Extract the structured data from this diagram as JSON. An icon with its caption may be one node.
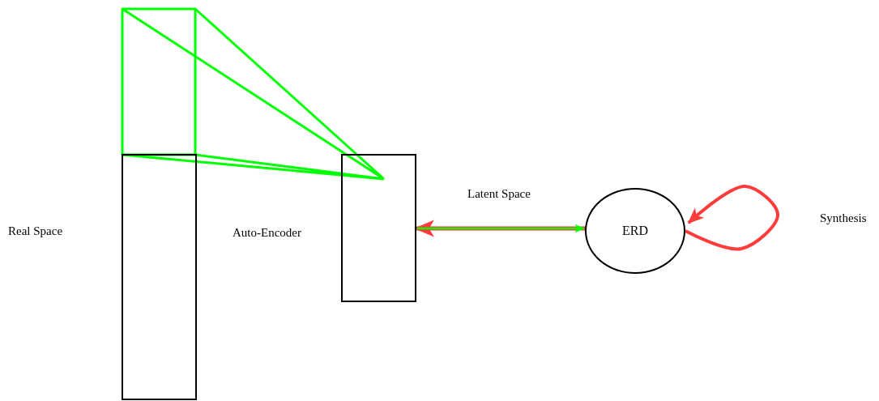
{
  "diagram": {
    "nodes": [
      {
        "text": [],
        "shape": "box"
      },
      {
        "text": [],
        "shape": "box"
      },
      {
        "text": [
          "ERD"
        ]
      }
    ],
    "edges": [
      {
        "from": 1,
        "to": 2,
        "arrow": "to",
        "color": "#00ff00"
      },
      {
        "from": 2,
        "to": 1,
        "arrow": "to",
        "color": "#ff3b3b"
      },
      {
        "from": 2,
        "to": 2,
        "arrow": "to",
        "color": "#ff3b3b"
      }
    ],
    "labels": [
      "Real Space",
      "Auto-Encoder",
      "Latent Space",
      "Synthesis"
    ]
  }
}
